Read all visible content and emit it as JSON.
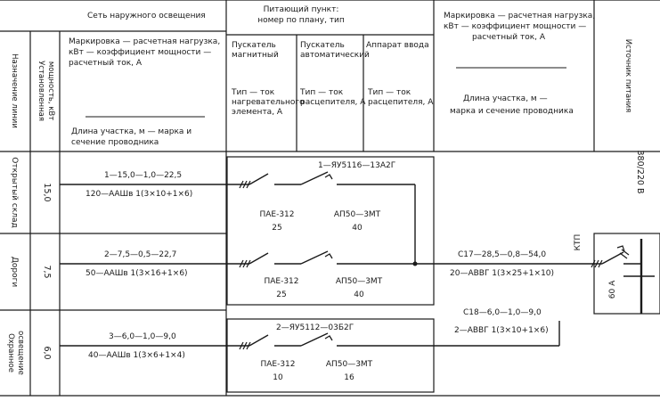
{
  "header": {
    "network_title": "Сеть наружного освещения",
    "feed_point_line1": "Питающий пункт:",
    "feed_point_line2": "номер по плану, тип",
    "right_mark_line1": "Маркировка — расчетная нагрузка,",
    "right_mark_line2": "кВт — коэффициент  мощности —",
    "right_mark_line3": "расчетный ток, А",
    "right_length_line1": "Длина участка, м —",
    "right_length_line2": "марка и сечение проводника",
    "col_line_purpose": "Назначение линии",
    "col_power_line1": "Установленная",
    "col_power_line2": "мощность, кВт",
    "left_mark_line1": "Маркировка — расчетная нагрузка,",
    "left_mark_line2": "кВт — коэффициент  мощности —",
    "left_mark_line3": "расчетный ток, А",
    "left_length_line1": "Длина участка, м — марка и",
    "left_length_line2": "сечение проводника",
    "starter_mag_line1": "Пускатель",
    "starter_mag_line2": "магнитный",
    "starter_mag_sub1": "Тип — ток",
    "starter_mag_sub2": "нагревательного",
    "starter_mag_sub3": "элемента, А",
    "starter_auto_line1": "Пускатель",
    "starter_auto_line2": "автоматический",
    "starter_auto_sub1": "Тип — ток",
    "starter_auto_sub2": "расцепителя, А",
    "input_device_line1": "Аппарат ввода",
    "input_device_sub1": "Тип — ток",
    "input_device_sub2": "расцепителя, А",
    "power_source": "Источник питания"
  },
  "supply_voltage": "380/220 В",
  "lines": [
    {
      "purpose": "Открытый склад",
      "power_kw": "15,0",
      "marking": "1—15,0—1,0—22,5",
      "cable": "120—ААШв  1(3×10+1×6)",
      "starter_mag": "ПАЕ-312",
      "starter_mag_current": "25",
      "starter_auto": "АП50—3МТ",
      "starter_auto_current": "40"
    },
    {
      "purpose": "Дороги",
      "power_kw": "7,5",
      "marking": "2—7,5—0,5—22,7",
      "cable": "50—ААШв  1(3×16+1×6)",
      "starter_mag": "ПАЕ-312",
      "starter_mag_current": "25",
      "starter_auto": "АП50—3МТ",
      "starter_auto_current": "40"
    },
    {
      "purpose": "Охранное освещение",
      "power_kw": "6,0",
      "marking": "3—6,0—1,0—9,0",
      "cable": "40—ААШв  1(3×6+1×4)",
      "starter_mag": "ПАЕ-312",
      "starter_mag_current": "10",
      "starter_auto": "АП50—3МТ",
      "starter_auto_current": "16"
    }
  ],
  "panels": [
    {
      "label": "1—ЯУ5116—13А2Г"
    },
    {
      "label": "2—ЯУ5112—03Б2Г"
    }
  ],
  "feeders": [
    {
      "marking": "С17—28,5—0,8—54,0",
      "cable": "20—АВВГ  1(3×25+1×10)"
    },
    {
      "marking": "С18—6,0—1,0—9,0",
      "cable": "2—АВВГ  1(3×10+1×6)"
    }
  ],
  "source": {
    "label": "КТП",
    "breaker_current": "60 А"
  }
}
